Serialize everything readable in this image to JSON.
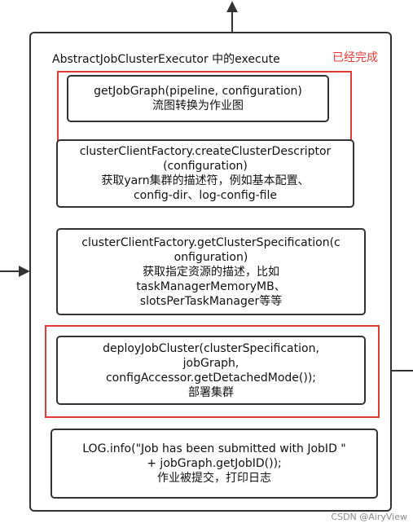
{
  "outer": {
    "title": "AbstractJobClusterExecutor  中的execute",
    "status": "已经完成"
  },
  "steps": [
    {
      "lines": [
        "getJobGraph(pipeline, configuration)",
        "流图转换为作业图"
      ],
      "highlighted": true
    },
    {
      "lines": [
        "clusterClientFactory.createClusterDescriptor",
        "(configuration)",
        "获取yarn集群的描述符，例如基本配置、",
        "config-dir、log-config-file"
      ],
      "highlighted": false
    },
    {
      "lines": [
        "clusterClientFactory.getClusterSpecification(c",
        "onfiguration)",
        "获取指定资源的描述，比如",
        "taskManagerMemoryMB、",
        "slotsPerTaskManager等等"
      ],
      "highlighted": false
    },
    {
      "lines": [
        "deployJobCluster(clusterSpecification,",
        "jobGraph,",
        "configAccessor.getDetachedMode());",
        "部署集群"
      ],
      "highlighted": true
    },
    {
      "lines": [
        "LOG.info(\"Job has been submitted with JobID \"",
        "+ jobGraph.getJobID());",
        "作业被提交，打印日志"
      ],
      "highlighted": false
    }
  ],
  "colors": {
    "highlight": "#e53935",
    "border": "#333333"
  },
  "watermark": "CSDN @AiryView"
}
